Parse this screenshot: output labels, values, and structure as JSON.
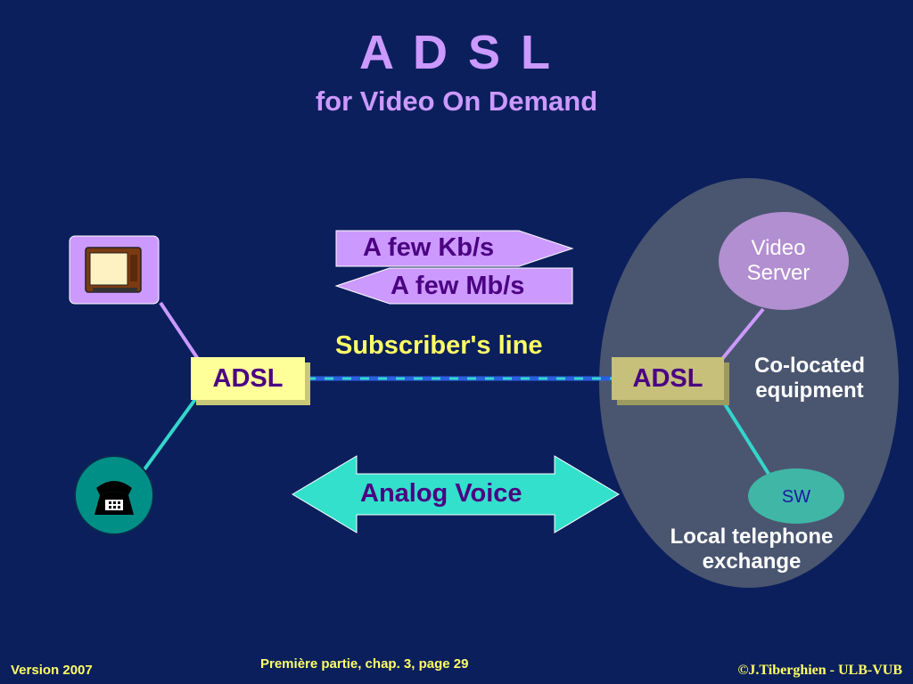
{
  "title": "A D S L",
  "subtitle": "for Video On Demand",
  "upstream_label": "A few Kb/s",
  "downstream_label": "A few Mb/s",
  "line_label": "Subscriber's line",
  "adsl_left": "ADSL",
  "adsl_right": "ADSL",
  "voice_label": "Analog Voice",
  "video_server": [
    "Video",
    "Server"
  ],
  "colocated": [
    "Co-located",
    "equipment"
  ],
  "switch_label": "SW",
  "exchange": [
    "Local telephone",
    "exchange"
  ],
  "footer": {
    "left": "Version 2007",
    "center": "Première partie, chap. 3, page  29",
    "right": "©J.Tiberghien - ULB-VUB"
  },
  "icons": {
    "tv": "tv-icon",
    "phone": "telephone-icon"
  },
  "colors": {
    "background": "#0b1f5c",
    "title": "#cc99ff",
    "adsl_box": "#ffff99",
    "voice_arrow": "#33e0cc",
    "label_yellow": "#ffff66"
  }
}
